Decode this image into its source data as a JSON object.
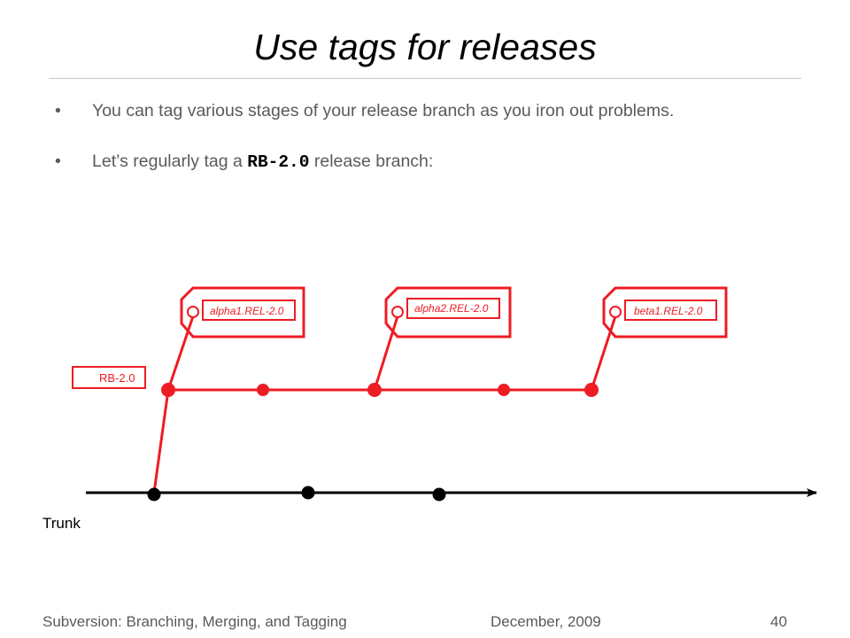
{
  "slide": {
    "title": "Use tags for releases",
    "bullets": [
      {
        "marker": "•",
        "text": "You can tag various stages of your release branch as you iron out problems."
      },
      {
        "marker": "•",
        "prefix": "Let’s regularly tag a ",
        "code": "RB-2.0",
        "suffix": " release branch:"
      }
    ]
  },
  "diagram": {
    "trunk_label": "Trunk",
    "branch_label": "RB-2.0",
    "tags": [
      "alpha1.REL-2.0",
      "alpha2.REL-2.0",
      "beta1.REL-2.0"
    ],
    "branch_color": "#ee1c24",
    "trunk_color": "#000000"
  },
  "footer": {
    "left": "Subversion: Branching, Merging, and Tagging",
    "center": "December, 2009",
    "page": "40"
  }
}
